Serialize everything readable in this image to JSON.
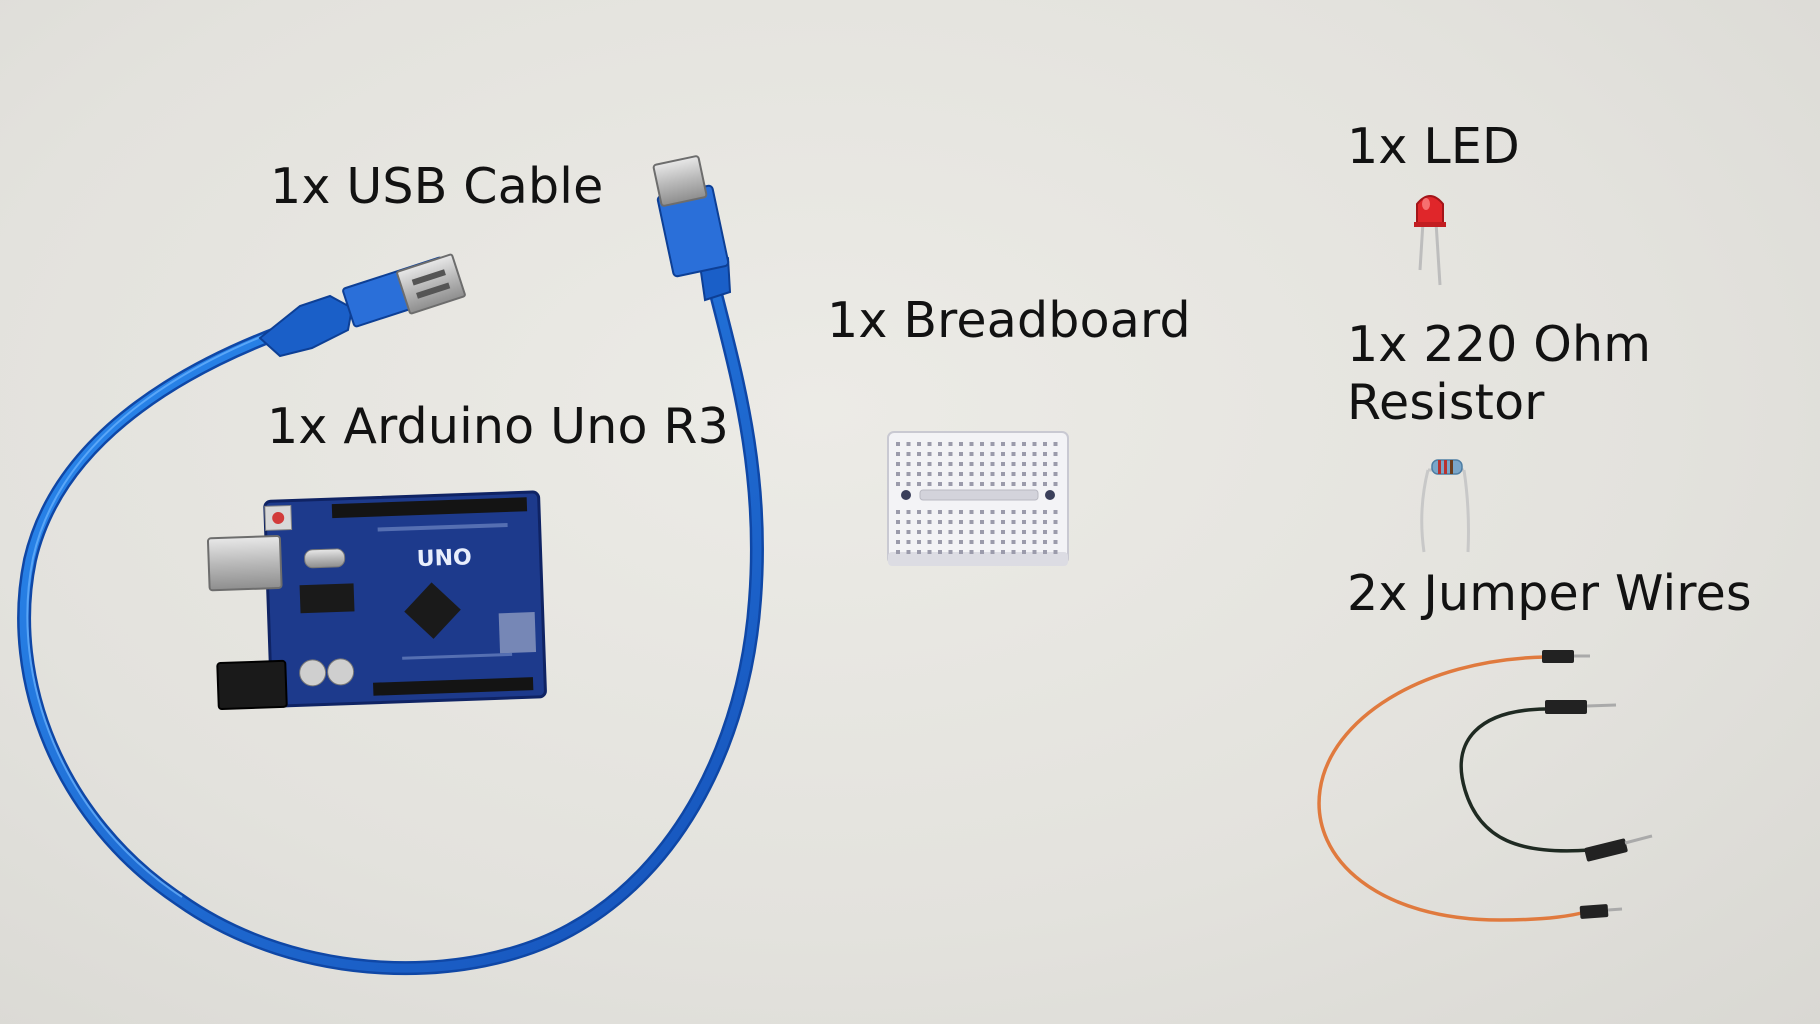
{
  "components": {
    "usb_cable": "1x USB Cable",
    "arduino": "1x Arduino Uno R3",
    "breadboard": "1x Breadboard",
    "led": "1x LED",
    "resistor": "1x 220 Ohm Resistor",
    "jumper_wires": "2x Jumper Wires"
  },
  "board": {
    "logo_text": "UNO"
  },
  "colors": {
    "background": "#e6e5e0",
    "usb_cable": "#1f6fd6",
    "board": "#1d3a8c",
    "led": "#e0262a",
    "wire_orange": "#e07a3e",
    "wire_black": "#1f2a22"
  }
}
